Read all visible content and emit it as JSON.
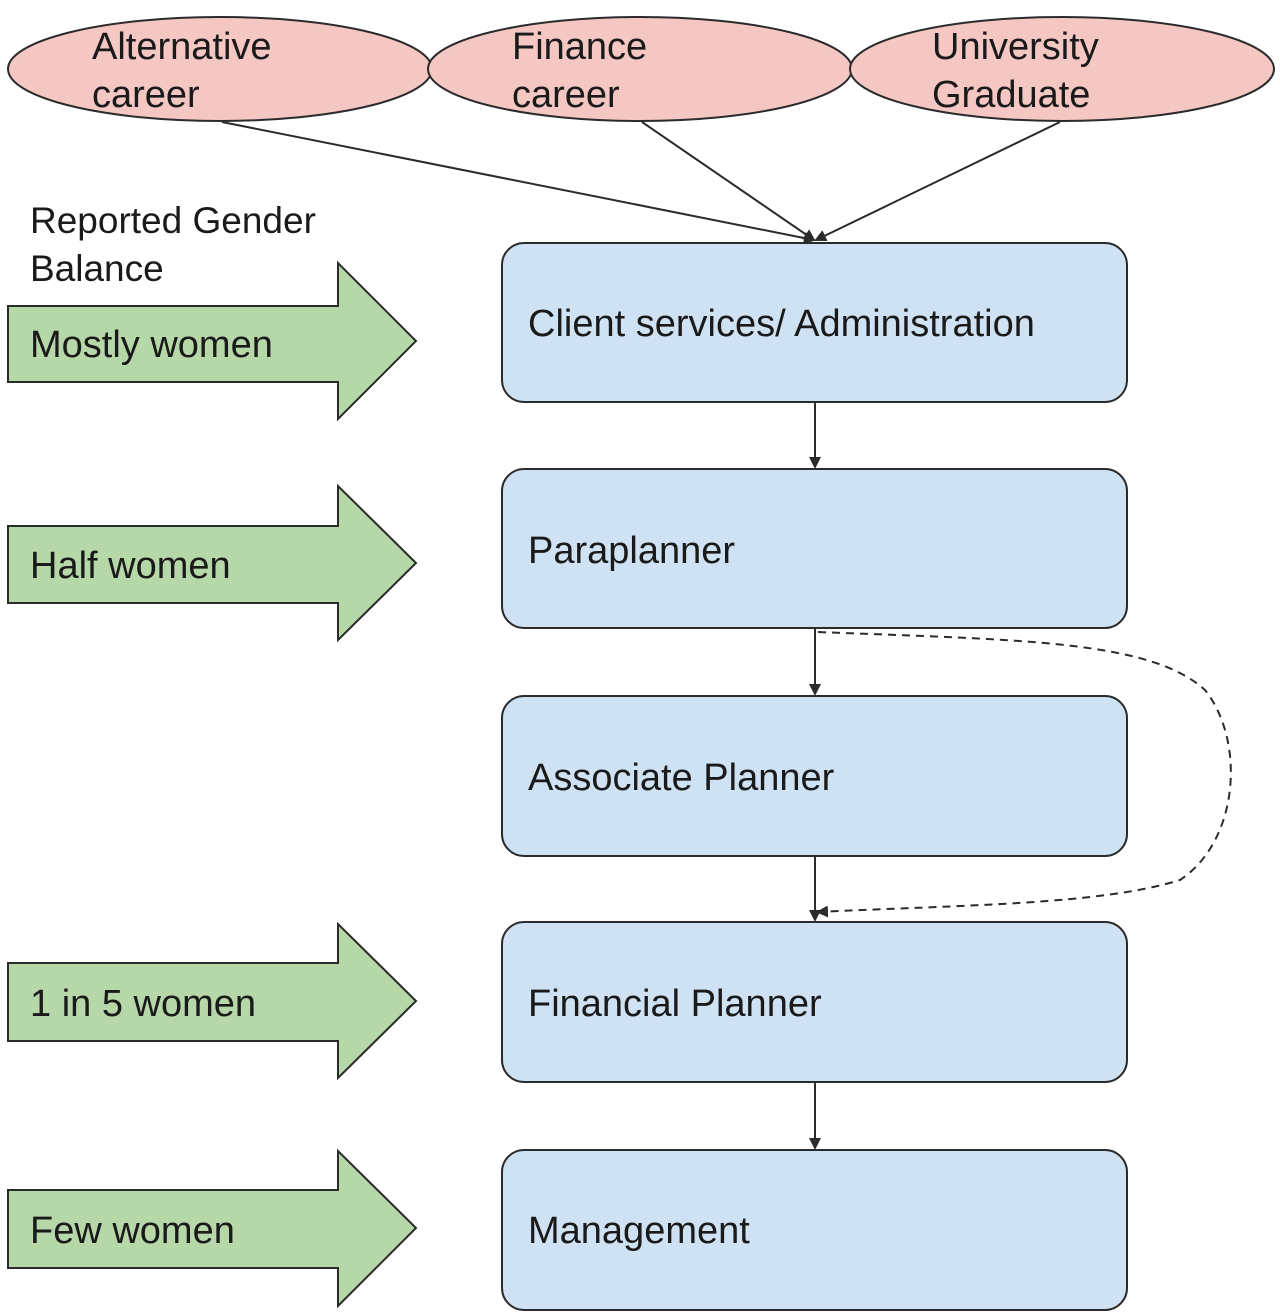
{
  "heading": {
    "line1": "Reported Gender",
    "line2": "Balance"
  },
  "sources": [
    {
      "line1": "Alternative",
      "line2": "career"
    },
    {
      "line1": "Finance",
      "line2": "career"
    },
    {
      "line1": "University",
      "line2": "Graduate"
    }
  ],
  "roles": [
    "Client services/ Administration",
    "Paraplanner",
    "Associate Planner",
    "Financial Planner",
    "Management"
  ],
  "gender_balance": [
    "Mostly women",
    "Half women",
    "1 in 5 women",
    "Few women"
  ],
  "colors": {
    "oval_fill": "#f4c7c3",
    "box_fill": "#cfe2f3",
    "arrow_fill": "#b6d7a8",
    "stroke": "#2b2b2b"
  }
}
